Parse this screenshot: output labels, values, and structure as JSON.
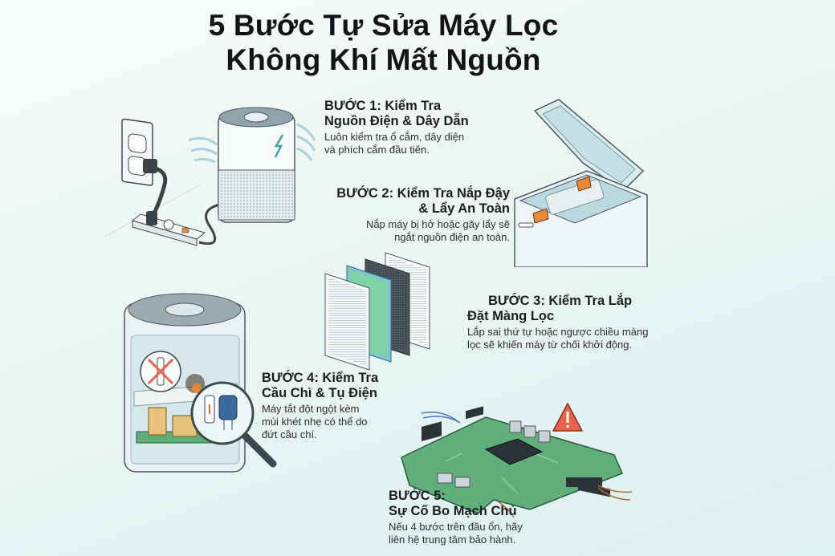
{
  "title": {
    "line1": "5 Bước Tự Sửa Máy Lọc",
    "line2": "Không Khí Mất Nguồn"
  },
  "steps": [
    {
      "heading_line1": "BƯỚC 1: Kiểm Tra",
      "heading_line2": "Nguồn Điện & Dây Dẫn",
      "desc_line1": "Luôn kiểm tra ổ cắm, dây diện",
      "desc_line2": "và phích cắm đầu tiên.",
      "illustration": "purifier-plugged-into-power-strip"
    },
    {
      "heading_line1": "BƯỚC 2: Kiểm Tra Nắp Đậy",
      "heading_line2": "& Lẩy An Toàn",
      "desc_line1": "Nắp máy bị hở hoặc gãy lẩy sẽ",
      "desc_line2": "ngắt nguồn điện an toàn.",
      "illustration": "open-lid-safety-latch"
    },
    {
      "heading_line1": "BƯỚC 3: Kiểm Tra Lắp",
      "heading_line2": "Đặt Màng Lọc",
      "desc_line1": "Lắp sai thứ tự hoặc ngược chiều màng",
      "desc_line2": "lọc sẽ khiến máy từ chối khởi động.",
      "illustration": "filter-layers"
    },
    {
      "heading_line1": "BƯỚC 4: Kiểm Tra",
      "heading_line2": "Cầu Chì & Tụ Điện",
      "desc_line1": "Máy tắt đột ngột kèm",
      "desc_line2": "mùi khét nhẹ có thể do",
      "desc_line3": "đứt cầu chí.",
      "illustration": "fuse-capacitor-magnifier"
    },
    {
      "heading_line1": "BƯỚC 5:",
      "heading_line2": "Sự Cố Bo Mạch Chủ",
      "desc_line1": "Nếu 4 bước trên đầu ổn, hãy",
      "desc_line2": "liên hệ trung tâm bảo hành.",
      "illustration": "circuit-board-warning"
    }
  ],
  "colors": {
    "background": "#e3f3f1",
    "title": "#121416",
    "accent_teal": "#3aa79b",
    "warning_red": "#e8634a",
    "latch_orange": "#e88a3c",
    "pcb_green": "#5fae7c"
  }
}
